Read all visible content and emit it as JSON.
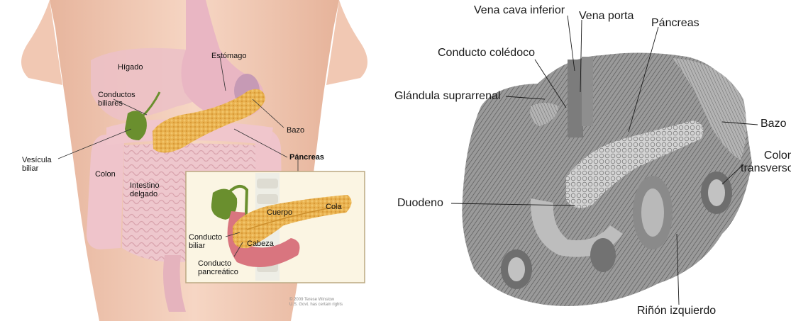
{
  "left_diagram": {
    "labels": {
      "higado": "Hígado",
      "estomago": "Estómago",
      "conductos_biliares": "Conductos\nbiliares",
      "bazo": "Bazo",
      "vesicula_biliar": "Vesícula\nbiliar",
      "pancreas": "Páncreas",
      "colon": "Colon",
      "intestino_delgado": "Intestino\ndelgado"
    },
    "inset_labels": {
      "cuerpo": "Cuerpo",
      "cola": "Cola",
      "conducto_biliar": "Conducto\nbiliar",
      "cabeza": "Cabeza",
      "conducto_pancreatico": "Conducto\npancreático"
    },
    "credit": "© 2009 Terese Winslow\nU.S. Govt. has certain rights"
  },
  "right_diagram": {
    "labels": {
      "vena_cava_inferior": "Vena cava inferior",
      "vena_porta": "Vena porta",
      "pancreas": "Páncreas",
      "conducto_coledoco": "Conducto colédoco",
      "glandula_suprarrenal": "Glándula suprarrenal",
      "bazo": "Bazo",
      "colon_transverso": "Colon\ntransverso",
      "duodeno": "Duodeno",
      "rinon_izquierdo": "Riñón izquierdo"
    }
  },
  "colors": {
    "skin": "#f2c9b4",
    "organ_pink": "#ebc3c9",
    "pancreas": "#e8b04e",
    "gallbladder": "#6a8f2e",
    "engraving": "#4a4a4a"
  }
}
